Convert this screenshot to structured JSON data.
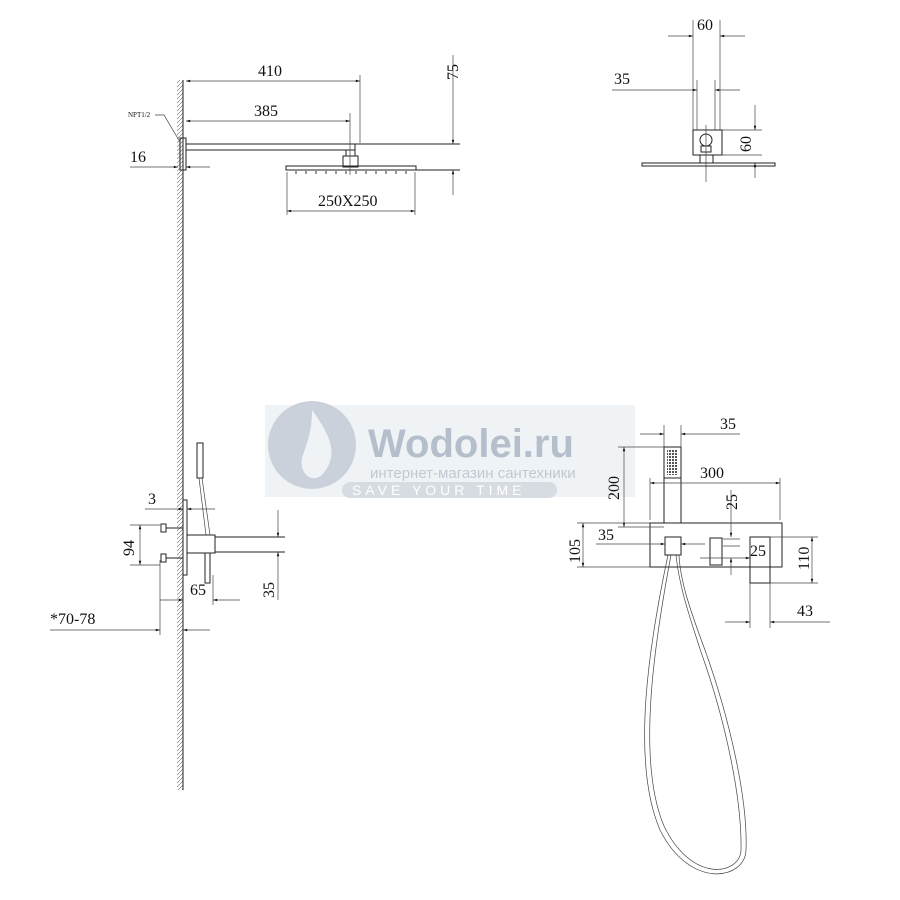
{
  "watermark": {
    "brand": "Wodolei.ru",
    "subtitle": "интернет-магазин сантехники",
    "slogan": "SAVE YOUR TIME",
    "color": "#a9b4c4"
  },
  "top_view": {
    "thread_label": "NPT1/2",
    "arm_length": "410",
    "arm_to_center": "385",
    "flange": "16",
    "head_size": "250X250",
    "drop": "75"
  },
  "side_view": {
    "width_outer": "60",
    "width_inner": "35",
    "height": "60"
  },
  "mixer_side": {
    "plate": "3",
    "handles": "94",
    "depth": "65",
    "spout": "35",
    "install_depth": "*70-78"
  },
  "mixer_front": {
    "hand_shower_width": "35",
    "hand_shower_height": "200",
    "plate_width": "300",
    "offset_25_v": "25",
    "offset_25_h": "25",
    "plate_height": "105",
    "connector": "35",
    "spout_height": "110",
    "spout_width": "43"
  }
}
